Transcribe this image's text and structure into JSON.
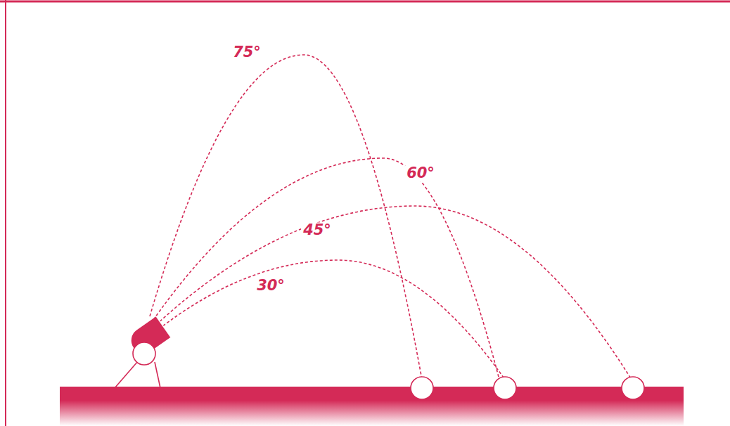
{
  "diagram": {
    "labels": [
      "75°",
      "60°",
      "45°",
      "30°"
    ]
  }
}
